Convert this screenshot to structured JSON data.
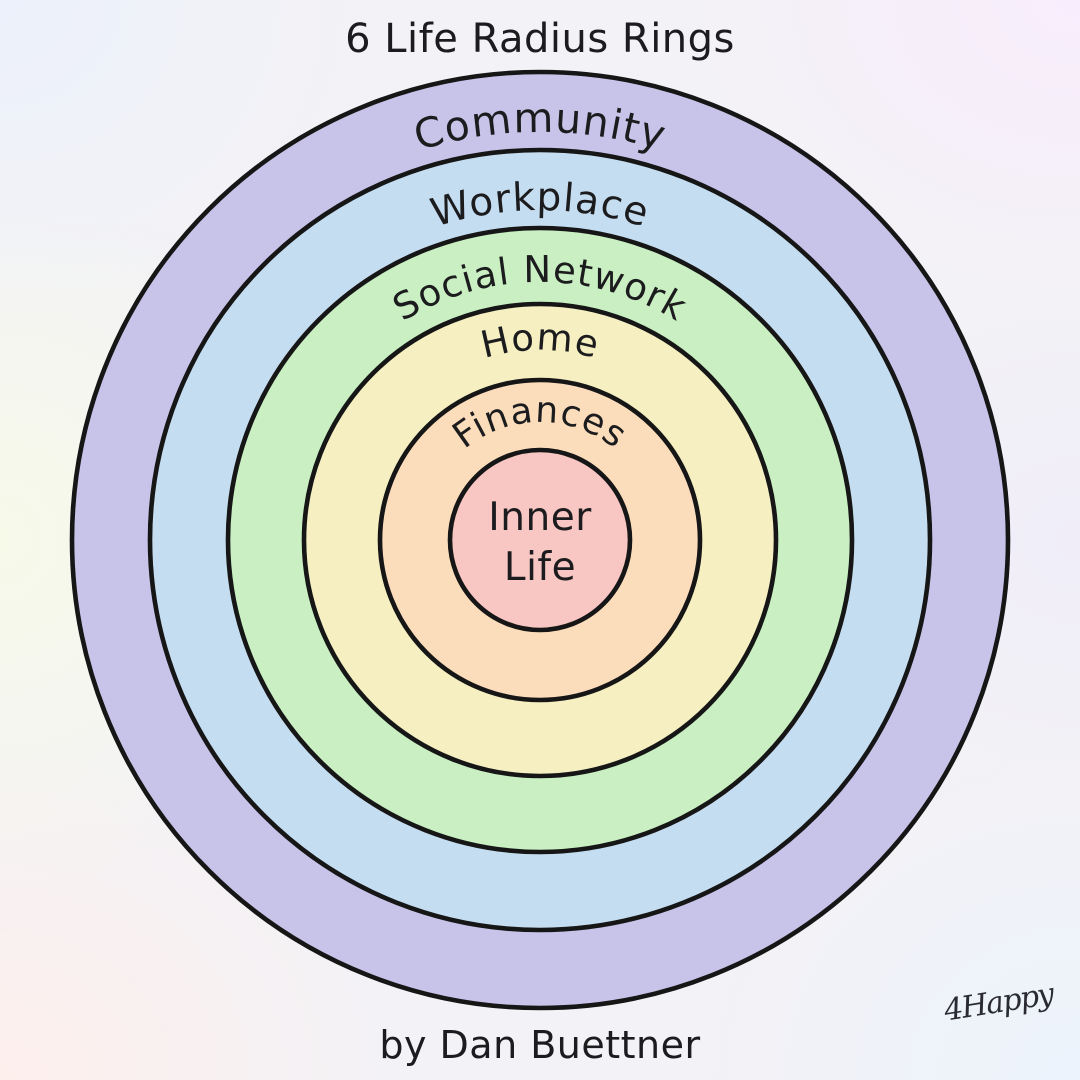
{
  "page": {
    "title": "6 Life Radius Rings",
    "caption": "by Dan Buettner",
    "signature": "4Happy"
  },
  "diagram": {
    "type": "concentric-rings",
    "ring_count": 6,
    "rings": [
      {
        "label": "Community",
        "color": "#c8c4e9"
      },
      {
        "label": "Workplace",
        "color": "#c5ddf0"
      },
      {
        "label": "Social Network",
        "color": "#c9efc3"
      },
      {
        "label": "Home",
        "color": "#f5efc1"
      },
      {
        "label": "Finances",
        "color": "#fbddbc"
      },
      {
        "label": "Inner Life",
        "color": "#f9c7c3"
      }
    ],
    "center_label_lines": [
      "Inner",
      "Life"
    ],
    "outline_color": "#161616",
    "text_color": "#1c1c1e"
  },
  "background": {
    "base": "#f3f2f6",
    "corner_top_left": "#ecf1fb",
    "corner_top_right": "#f8edfc",
    "edge_right": "#f0edf8",
    "corner_bottom_right": "#ecf3fc",
    "corner_bottom_left": "#fdefec",
    "edge_left": "#f7fae9"
  }
}
